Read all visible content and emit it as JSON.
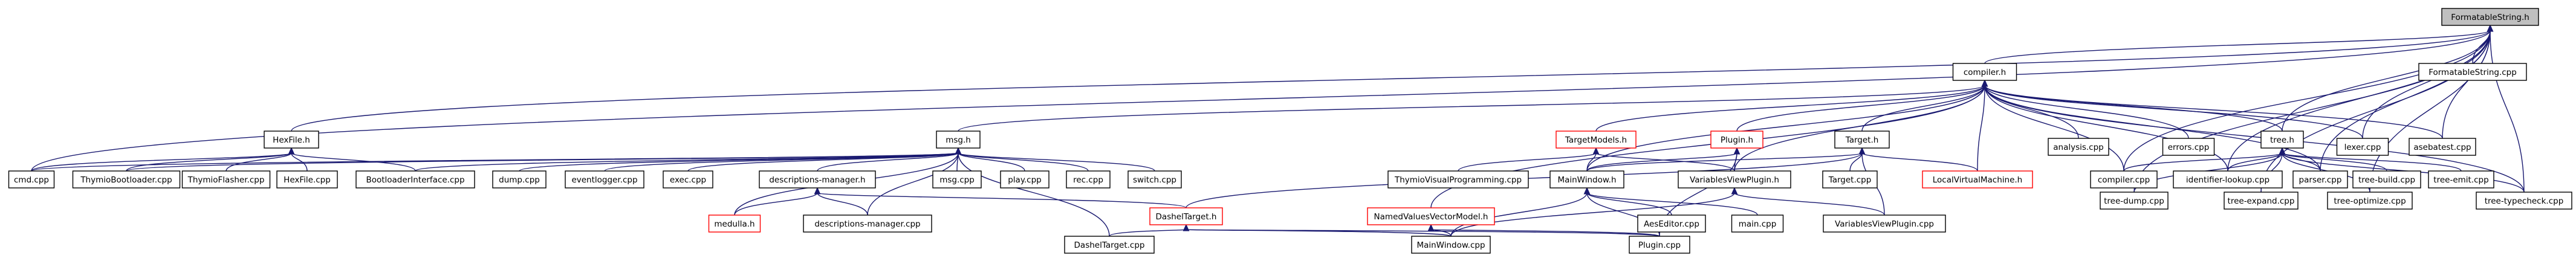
{
  "graph": {
    "nodes": [
      {
        "id": "root",
        "label": "FormatableString.h",
        "style": "root"
      },
      {
        "id": "compiler_h",
        "label": "compiler.h",
        "style": "plain"
      },
      {
        "id": "hexfile_h",
        "label": "HexFile.h",
        "style": "plain"
      },
      {
        "id": "fs_cpp",
        "label": "FormatableString.cpp",
        "style": "plain"
      },
      {
        "id": "msg_h",
        "label": "msg.h",
        "style": "plain"
      },
      {
        "id": "tm_h",
        "label": "TargetModels.h",
        "style": "red"
      },
      {
        "id": "plugin_h",
        "label": "Plugin.h",
        "style": "red"
      },
      {
        "id": "target_h",
        "label": "Target.h",
        "style": "plain"
      },
      {
        "id": "analysis_cpp",
        "label": "analysis.cpp",
        "style": "plain"
      },
      {
        "id": "tree_h",
        "label": "tree.h",
        "style": "plain"
      },
      {
        "id": "errors_cpp",
        "label": "errors.cpp",
        "style": "plain"
      },
      {
        "id": "lexer_cpp",
        "label": "lexer.cpp",
        "style": "plain"
      },
      {
        "id": "asebatest_cpp",
        "label": "asebatest.cpp",
        "style": "plain"
      },
      {
        "id": "cmd_cpp",
        "label": "cmd.cpp",
        "style": "plain"
      },
      {
        "id": "tboot_cpp",
        "label": "ThymioBootloader.cpp",
        "style": "plain"
      },
      {
        "id": "tflash_cpp",
        "label": "ThymioFlasher.cpp",
        "style": "plain"
      },
      {
        "id": "hexfile_cpp",
        "label": "HexFile.cpp",
        "style": "plain"
      },
      {
        "id": "bootif_cpp",
        "label": "BootloaderInterface.cpp",
        "style": "plain"
      },
      {
        "id": "dump_cpp",
        "label": "dump.cpp",
        "style": "plain"
      },
      {
        "id": "evlog_cpp",
        "label": "eventlogger.cpp",
        "style": "plain"
      },
      {
        "id": "exec_cpp",
        "label": "exec.cpp",
        "style": "plain"
      },
      {
        "id": "descmgr_h",
        "label": "descriptions-manager.h",
        "style": "plain"
      },
      {
        "id": "msg_cpp",
        "label": "msg.cpp",
        "style": "plain"
      },
      {
        "id": "play_cpp",
        "label": "play.cpp",
        "style": "plain"
      },
      {
        "id": "rec_cpp",
        "label": "rec.cpp",
        "style": "plain"
      },
      {
        "id": "switch_cpp",
        "label": "switch.cpp",
        "style": "plain"
      },
      {
        "id": "tvp_cpp",
        "label": "ThymioVisualProgramming.cpp",
        "style": "plain"
      },
      {
        "id": "mainwindow_h",
        "label": "MainWindow.h",
        "style": "plain"
      },
      {
        "id": "vvp_h",
        "label": "VariablesViewPlugin.h",
        "style": "plain"
      },
      {
        "id": "target_cpp",
        "label": "Target.cpp",
        "style": "plain"
      },
      {
        "id": "lvm_h",
        "label": "LocalVirtualMachine.h",
        "style": "red"
      },
      {
        "id": "compiler_cpp",
        "label": "compiler.cpp",
        "style": "plain"
      },
      {
        "id": "idlookup_cpp",
        "label": "identifier-lookup.cpp",
        "style": "plain"
      },
      {
        "id": "parser_cpp",
        "label": "parser.cpp",
        "style": "plain"
      },
      {
        "id": "tbuild_cpp",
        "label": "tree-build.cpp",
        "style": "plain"
      },
      {
        "id": "temit_cpp",
        "label": "tree-emit.cpp",
        "style": "plain"
      },
      {
        "id": "tdump_cpp",
        "label": "tree-dump.cpp",
        "style": "plain"
      },
      {
        "id": "texpand_cpp",
        "label": "tree-expand.cpp",
        "style": "plain"
      },
      {
        "id": "topt_cpp",
        "label": "tree-optimize.cpp",
        "style": "plain"
      },
      {
        "id": "ttype_cpp",
        "label": "tree-typecheck.cpp",
        "style": "plain"
      },
      {
        "id": "medulla_h",
        "label": "medulla.h",
        "style": "red"
      },
      {
        "id": "descmgr_cpp",
        "label": "descriptions-manager.cpp",
        "style": "plain"
      },
      {
        "id": "dashel_h",
        "label": "DashelTarget.h",
        "style": "red"
      },
      {
        "id": "nvvm_h",
        "label": "NamedValuesVectorModel.h",
        "style": "red"
      },
      {
        "id": "aes_cpp",
        "label": "AesEditor.cpp",
        "style": "plain"
      },
      {
        "id": "main_cpp",
        "label": "main.cpp",
        "style": "plain"
      },
      {
        "id": "vvp_cpp",
        "label": "VariablesViewPlugin.cpp",
        "style": "plain"
      },
      {
        "id": "dashel_cpp",
        "label": "DashelTarget.cpp",
        "style": "plain"
      },
      {
        "id": "mainwin_cpp",
        "label": "MainWindow.cpp",
        "style": "plain"
      },
      {
        "id": "plugin_cpp",
        "label": "Plugin.cpp",
        "style": "plain"
      }
    ],
    "edges": [
      [
        "root",
        "compiler_h"
      ],
      [
        "root",
        "hexfile_h"
      ],
      [
        "root",
        "fs_cpp"
      ],
      [
        "root",
        "cmd_cpp"
      ],
      [
        "root",
        "lexer_cpp"
      ],
      [
        "root",
        "asebatest_cpp"
      ],
      [
        "root",
        "tree_h"
      ],
      [
        "root",
        "compiler_cpp"
      ],
      [
        "root",
        "idlookup_cpp"
      ],
      [
        "root",
        "parser_cpp"
      ],
      [
        "root",
        "tdump_cpp"
      ],
      [
        "root",
        "texpand_cpp"
      ],
      [
        "root",
        "topt_cpp"
      ],
      [
        "root",
        "ttype_cpp"
      ],
      [
        "hexfile_h",
        "cmd_cpp"
      ],
      [
        "hexfile_h",
        "tboot_cpp"
      ],
      [
        "hexfile_h",
        "tflash_cpp"
      ],
      [
        "hexfile_h",
        "hexfile_cpp"
      ],
      [
        "hexfile_h",
        "bootif_cpp"
      ],
      [
        "compiler_h",
        "msg_h"
      ],
      [
        "compiler_h",
        "tm_h"
      ],
      [
        "compiler_h",
        "plugin_h"
      ],
      [
        "compiler_h",
        "target_h"
      ],
      [
        "compiler_h",
        "analysis_cpp"
      ],
      [
        "compiler_h",
        "tree_h"
      ],
      [
        "compiler_h",
        "errors_cpp"
      ],
      [
        "compiler_h",
        "lexer_cpp"
      ],
      [
        "compiler_h",
        "asebatest_cpp"
      ],
      [
        "compiler_h",
        "compiler_cpp"
      ],
      [
        "compiler_h",
        "idlookup_cpp"
      ],
      [
        "compiler_h",
        "parser_cpp"
      ],
      [
        "compiler_h",
        "mainwindow_h"
      ],
      [
        "compiler_h",
        "vvp_h"
      ],
      [
        "compiler_h",
        "lvm_h"
      ],
      [
        "compiler_h",
        "nvvm_h"
      ],
      [
        "compiler_h",
        "ttype_cpp"
      ],
      [
        "msg_h",
        "cmd_cpp"
      ],
      [
        "msg_h",
        "tboot_cpp"
      ],
      [
        "msg_h",
        "bootif_cpp"
      ],
      [
        "msg_h",
        "dump_cpp"
      ],
      [
        "msg_h",
        "evlog_cpp"
      ],
      [
        "msg_h",
        "exec_cpp"
      ],
      [
        "msg_h",
        "descmgr_h"
      ],
      [
        "msg_h",
        "msg_cpp"
      ],
      [
        "msg_h",
        "play_cpp"
      ],
      [
        "msg_h",
        "rec_cpp"
      ],
      [
        "msg_h",
        "switch_cpp"
      ],
      [
        "msg_h",
        "medulla_h"
      ],
      [
        "msg_h",
        "descmgr_cpp"
      ],
      [
        "msg_h",
        "dashel_cpp"
      ],
      [
        "descmgr_h",
        "medulla_h"
      ],
      [
        "descmgr_h",
        "descmgr_cpp"
      ],
      [
        "descmgr_h",
        "dashel_h"
      ],
      [
        "tm_h",
        "tvp_cpp"
      ],
      [
        "tm_h",
        "mainwindow_h"
      ],
      [
        "tm_h",
        "vvp_h"
      ],
      [
        "plugin_h",
        "mainwindow_h"
      ],
      [
        "plugin_h",
        "vvp_h"
      ],
      [
        "plugin_h",
        "plugin_cpp"
      ],
      [
        "target_h",
        "target_cpp"
      ],
      [
        "target_h",
        "lvm_h"
      ],
      [
        "target_h",
        "mainwindow_h"
      ],
      [
        "target_h",
        "vvp_cpp"
      ],
      [
        "target_h",
        "dashel_h"
      ],
      [
        "mainwindow_h",
        "aes_cpp"
      ],
      [
        "mainwindow_h",
        "main_cpp"
      ],
      [
        "mainwindow_h",
        "mainwin_cpp"
      ],
      [
        "mainwindow_h",
        "plugin_cpp"
      ],
      [
        "vvp_h",
        "vvp_cpp"
      ],
      [
        "vvp_h",
        "mainwin_cpp"
      ],
      [
        "dashel_h",
        "dashel_cpp"
      ],
      [
        "dashel_h",
        "mainwin_cpp"
      ],
      [
        "dashel_h",
        "plugin_cpp"
      ],
      [
        "nvvm_h",
        "mainwin_cpp"
      ],
      [
        "nvvm_h",
        "plugin_cpp"
      ],
      [
        "tree_h",
        "compiler_cpp"
      ],
      [
        "tree_h",
        "idlookup_cpp"
      ],
      [
        "tree_h",
        "parser_cpp"
      ],
      [
        "tree_h",
        "tbuild_cpp"
      ],
      [
        "tree_h",
        "temit_cpp"
      ],
      [
        "tree_h",
        "tdump_cpp"
      ],
      [
        "tree_h",
        "texpand_cpp"
      ],
      [
        "tree_h",
        "topt_cpp"
      ],
      [
        "tree_h",
        "ttype_cpp"
      ]
    ]
  }
}
